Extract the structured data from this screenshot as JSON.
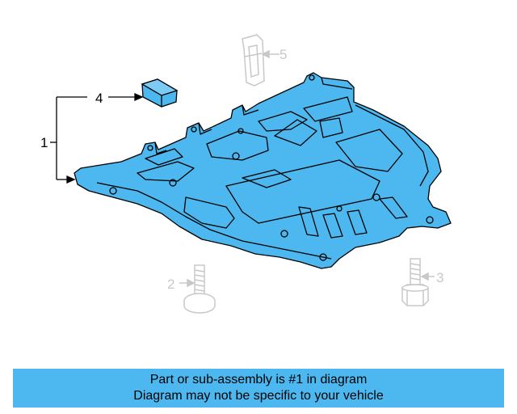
{
  "callouts": {
    "c1": "1",
    "c2": "2",
    "c3": "3",
    "c4": "4",
    "c5": "5"
  },
  "banner": {
    "line1": "Part or sub-assembly is #1 in diagram",
    "line2": "Diagram may not be specific to your vehicle"
  },
  "colors": {
    "highlight": "#4db8f0",
    "faded": "#c8c8c8",
    "outline": "#000000"
  }
}
